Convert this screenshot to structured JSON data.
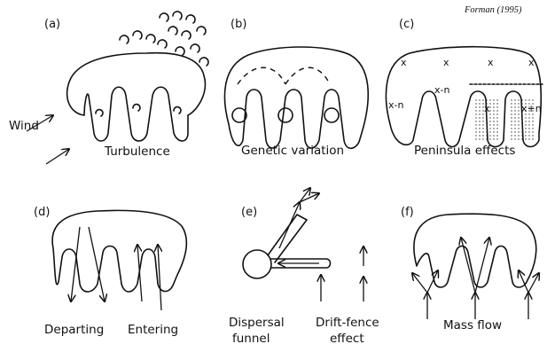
{
  "citation": "Forman (1995)",
  "panels": [
    {
      "letter": "(a)",
      "caption": "Turbulence",
      "extra": "Wind"
    },
    {
      "letter": "(b)",
      "caption": "Genetic variation"
    },
    {
      "letter": "(c)",
      "caption": "Peninsula effects",
      "marks": [
        "x",
        "x",
        "x",
        "x",
        "x-n",
        "x-n",
        "x",
        "x+n"
      ]
    },
    {
      "letter": "(d)",
      "caption_left": "Departing",
      "caption_right": "Entering"
    },
    {
      "letter": "(e)",
      "caption_left_1": "Dispersal",
      "caption_left_2": "funnel",
      "caption_right_1": "Drift-fence",
      "caption_right_2": "effect"
    },
    {
      "letter": "(f)",
      "caption": "Mass flow"
    }
  ]
}
